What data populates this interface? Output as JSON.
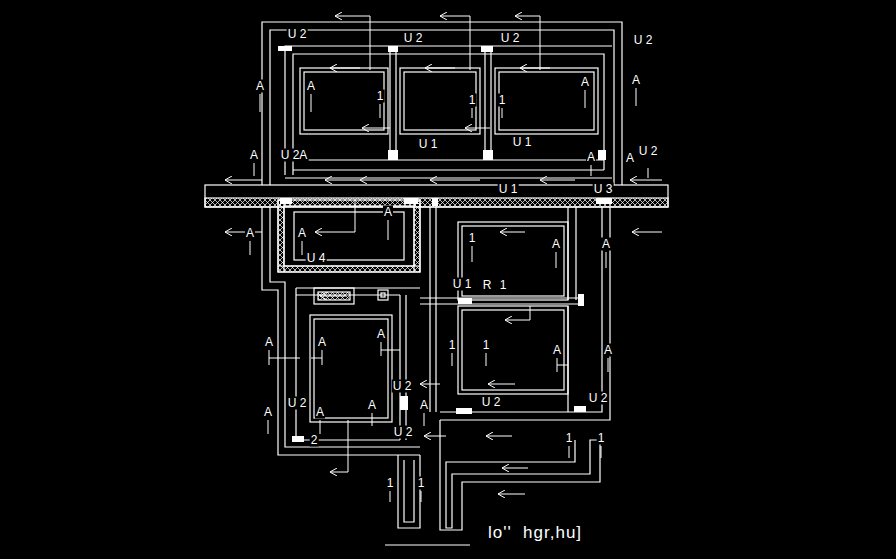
{
  "diagram": {
    "labels": [
      "U 2",
      "U 2",
      "U 2",
      "U 2",
      "A",
      "A",
      "1",
      "1",
      "1",
      "A",
      "A",
      "U 1",
      "U 1",
      "A",
      "U 2A",
      "A",
      "A",
      "U 2",
      "U 1",
      "U 3",
      "A",
      "A",
      "A",
      "1",
      "A",
      "A",
      "U 4",
      "U 1",
      "R",
      "1",
      "A",
      "A",
      "A",
      "1",
      "1",
      "A",
      "A",
      "U 2",
      "U 2",
      "U 2",
      "U 2",
      "A",
      "A",
      "A",
      "A",
      "2",
      "U 2",
      "1",
      "1",
      "1",
      "1",
      "lo''  hgr,hu]"
    ]
  }
}
